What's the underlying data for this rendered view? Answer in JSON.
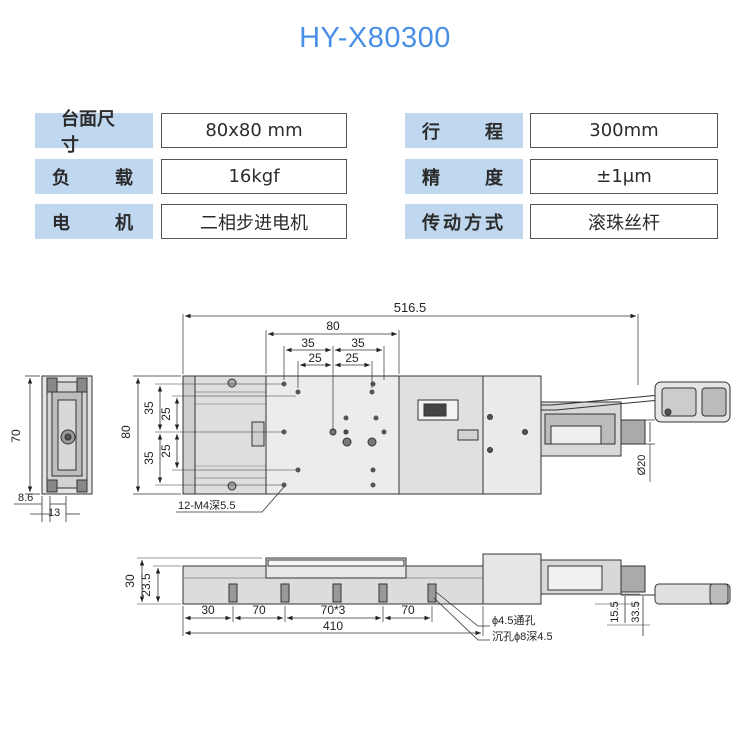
{
  "title": "HY-X80300",
  "specs": {
    "rows": [
      {
        "label1": "台面尺寸",
        "value1": "80x80 mm",
        "label2": "行　　程",
        "value2": "300mm"
      },
      {
        "label1": "负　　载",
        "value1": "16kgf",
        "label2": "精　　度",
        "value2": "±1μm"
      },
      {
        "label1": "电　　机",
        "value1": "二相步进电机",
        "label2": "传动方式",
        "value2": "滚珠丝杆"
      }
    ]
  },
  "drawing": {
    "top_view": {
      "overall_length": "516.5",
      "table_width": "80",
      "hole_pitch_35_left": "35",
      "hole_pitch_35_right": "35",
      "hole_pitch_25_left": "25",
      "hole_pitch_25_right": "25",
      "height_80": "80",
      "v35_top": "35",
      "v25_top": "25",
      "v25_bottom": "25",
      "v35_bottom": "35",
      "motor_dia": "Ø20",
      "tap_callout": "12-M4深5.5"
    },
    "end_view": {
      "height": "70",
      "dim_8_6": "8.6",
      "dim_13": "13"
    },
    "side_view": {
      "height_30": "30",
      "height_23_5": "23.5",
      "seg_30": "30",
      "seg_70a": "70",
      "seg_70x3": "70*3",
      "seg_70b": "70",
      "total_410": "410",
      "through_hole": "ϕ4.5通孔",
      "counterbore": "沉孔ϕ8深4.5",
      "dim_15_5": "15.5",
      "dim_33_5": "33.5"
    }
  }
}
